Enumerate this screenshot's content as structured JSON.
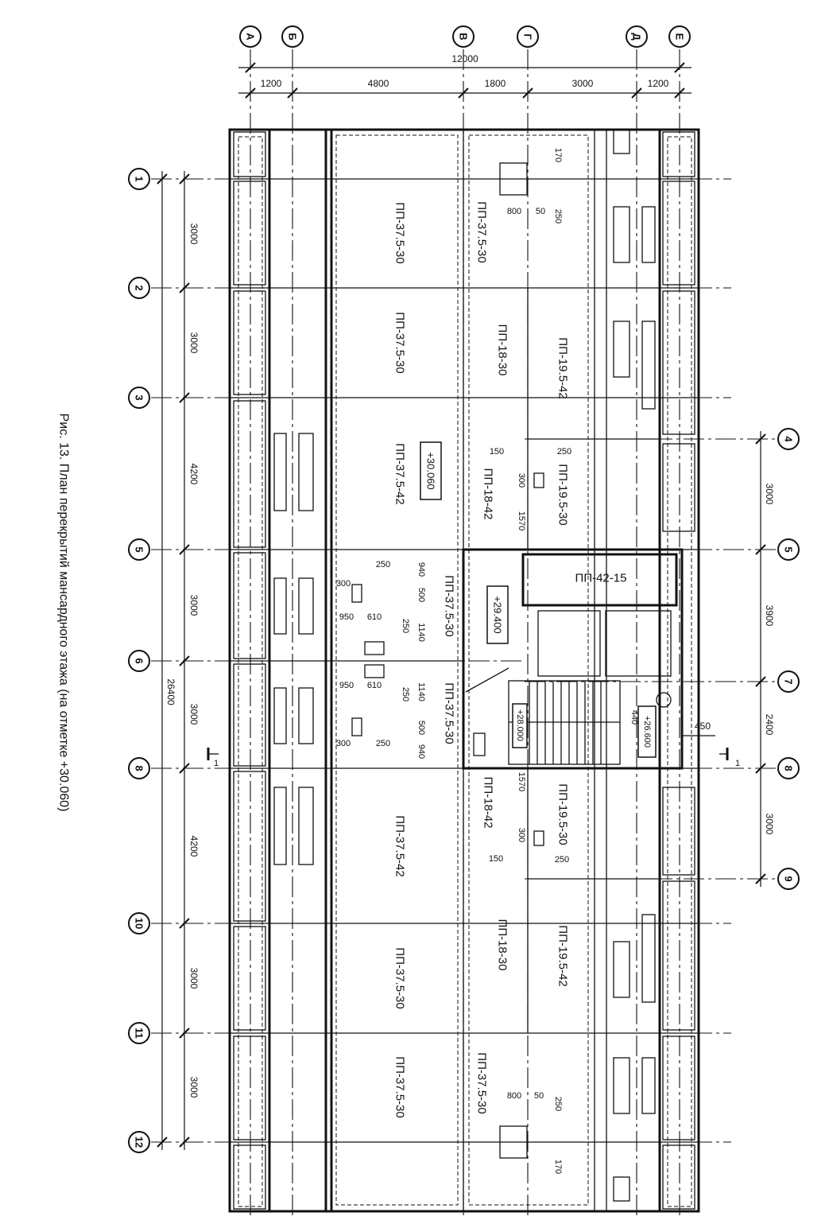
{
  "caption": "Рис. 13. План перекрытий мансардного этажа (на отметке +30.060)",
  "letter_axes": [
    {
      "label": "А"
    },
    {
      "label": "Б"
    },
    {
      "label": "В"
    },
    {
      "label": "Г"
    },
    {
      "label": "Д"
    },
    {
      "label": "Е"
    }
  ],
  "number_axes_left": [
    {
      "label": "1"
    },
    {
      "label": "2"
    },
    {
      "label": "3"
    },
    {
      "label": "5"
    },
    {
      "label": "6"
    },
    {
      "label": "8"
    },
    {
      "label": "10"
    },
    {
      "label": "11"
    },
    {
      "label": "12"
    }
  ],
  "number_axes_right": [
    {
      "label": "4"
    },
    {
      "label": "5"
    },
    {
      "label": "7"
    },
    {
      "label": "8"
    },
    {
      "label": "9"
    }
  ],
  "top_overall_dim": "12000",
  "top_dims": [
    "1200",
    "4800",
    "1800",
    "3000",
    "1200"
  ],
  "left_overall_dim": "26400",
  "left_dims": [
    "3000",
    "3000",
    "4200",
    "3000",
    "3000",
    "4200",
    "3000",
    "3000"
  ],
  "right_dims": [
    "3000",
    "3900",
    "2400",
    "3000"
  ],
  "right_extra_dim": "450",
  "section_mark": "1",
  "levels": [
    "+30.060",
    "+29.400",
    "+28.000",
    "+26.600"
  ],
  "plates": [
    {
      "label": "ПП-37.5-30"
    },
    {
      "label": "ПП-37.5-30"
    },
    {
      "label": "ПП-37.5-42"
    },
    {
      "label": "ПП-37.5-42"
    },
    {
      "label": "ПП-37.5-30"
    },
    {
      "label": "ПП-37.5-30"
    },
    {
      "label": "ПП-37.5-30"
    },
    {
      "label": "ПП-18-30"
    },
    {
      "label": "ПП-18-42"
    },
    {
      "label": "ПП-37.5-30"
    },
    {
      "label": "ПП-37.5-30"
    },
    {
      "label": "ПП-18-42"
    },
    {
      "label": "ПП-18-30"
    },
    {
      "label": "ПП-37.5-30"
    },
    {
      "label": "ПП-19.5-42"
    },
    {
      "label": "ПП-19.5-30"
    },
    {
      "label": "ПП-19.5-30"
    },
    {
      "label": "ПП-19.5-42"
    },
    {
      "label": "ПП-42-15"
    }
  ],
  "opening_dims": {
    "top": [
      "170",
      "800",
      "50",
      "250"
    ],
    "bottom": [
      "800",
      "50",
      "250",
      "170"
    ],
    "at_axis4": [
      "150",
      "250",
      "300",
      "1570"
    ],
    "at_axis9": [
      "1570",
      "300",
      "150",
      "250"
    ],
    "at_axis5": [
      "250",
      "300",
      "940",
      "500",
      "250",
      "1140",
      "950",
      "610"
    ],
    "at_axis7": [
      "950",
      "610",
      "250",
      "1140",
      "500",
      "940",
      "300",
      "250"
    ],
    "stair": [
      "440"
    ]
  }
}
